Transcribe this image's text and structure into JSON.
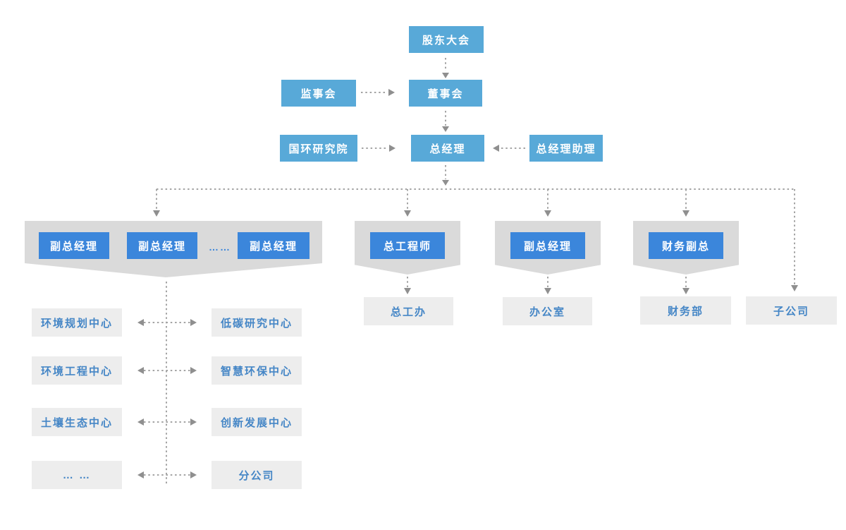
{
  "palette": {
    "light_blue": "#58a9d8",
    "strong_blue": "#3b86db",
    "banner_gray": "#dadada",
    "box_gray": "#ededed",
    "box_text_blue": "#4586c6",
    "line_gray": "#a4a4a4",
    "arrow_gray": "#8f8f8f"
  },
  "nodes": {
    "shareholders_meeting": "股东大会",
    "supervisory_board": "监事会",
    "board_of_directors": "董事会",
    "research_institute": "国环研究院",
    "general_manager": "总经理",
    "gm_assistant": "总经理助理",
    "deputy_gm_1": "副总经理",
    "deputy_gm_2": "副总经理",
    "deputy_gm_ellipsis": "……",
    "deputy_gm_3": "副总经理",
    "chief_engineer": "总工程师",
    "deputy_gm_mid": "副总经理",
    "finance_deputy_gm": "财务副总",
    "chief_engineer_office": "总工办",
    "admin_office": "办公室",
    "finance_dept": "财务部",
    "subsidiary_company": "子公司",
    "env_planning_center": "环境规划中心",
    "env_engineering_center": "环境工程中心",
    "soil_ecology_center": "土壤生态中心",
    "more_centers_ellipsis": "… …",
    "low_carbon_research_center": "低碳研究中心",
    "smart_env_protection_center": "智慧环保中心",
    "innovation_development_center": "创新发展中心",
    "branch_company": "分公司"
  },
  "edges": [
    {
      "from": "shareholders_meeting",
      "to": "board_of_directors",
      "style": "dashed-arrow"
    },
    {
      "from": "supervisory_board",
      "to": "board_of_directors",
      "style": "dashed-arrow"
    },
    {
      "from": "board_of_directors",
      "to": "general_manager",
      "style": "dashed-arrow"
    },
    {
      "from": "research_institute",
      "to": "general_manager",
      "style": "dashed-arrow"
    },
    {
      "from": "gm_assistant",
      "to": "general_manager",
      "style": "dashed-arrow"
    },
    {
      "from": "general_manager",
      "to": "deputy_gm_group",
      "style": "dashed-arrow"
    },
    {
      "from": "general_manager",
      "to": "chief_engineer",
      "style": "dashed-arrow"
    },
    {
      "from": "general_manager",
      "to": "deputy_gm_mid",
      "style": "dashed-arrow"
    },
    {
      "from": "general_manager",
      "to": "finance_deputy_gm",
      "style": "dashed-arrow"
    },
    {
      "from": "general_manager",
      "to": "subsidiary_company",
      "style": "dashed-arrow"
    },
    {
      "from": "chief_engineer",
      "to": "chief_engineer_office",
      "style": "dashed-arrow"
    },
    {
      "from": "deputy_gm_mid",
      "to": "admin_office",
      "style": "dashed-arrow"
    },
    {
      "from": "finance_deputy_gm",
      "to": "finance_dept",
      "style": "dashed-arrow"
    },
    {
      "from": "deputy_gm_group",
      "to": "env_planning_center",
      "style": "dashed-arrow-bidirectional"
    },
    {
      "from": "deputy_gm_group",
      "to": "low_carbon_research_center",
      "style": "dashed-arrow-bidirectional"
    },
    {
      "from": "deputy_gm_group",
      "to": "env_engineering_center",
      "style": "dashed-arrow-bidirectional"
    },
    {
      "from": "deputy_gm_group",
      "to": "smart_env_protection_center",
      "style": "dashed-arrow-bidirectional"
    },
    {
      "from": "deputy_gm_group",
      "to": "soil_ecology_center",
      "style": "dashed-arrow-bidirectional"
    },
    {
      "from": "deputy_gm_group",
      "to": "innovation_development_center",
      "style": "dashed-arrow-bidirectional"
    },
    {
      "from": "deputy_gm_group",
      "to": "more_centers_ellipsis",
      "style": "dashed-arrow-bidirectional"
    },
    {
      "from": "deputy_gm_group",
      "to": "branch_company",
      "style": "dashed-arrow-bidirectional"
    }
  ]
}
